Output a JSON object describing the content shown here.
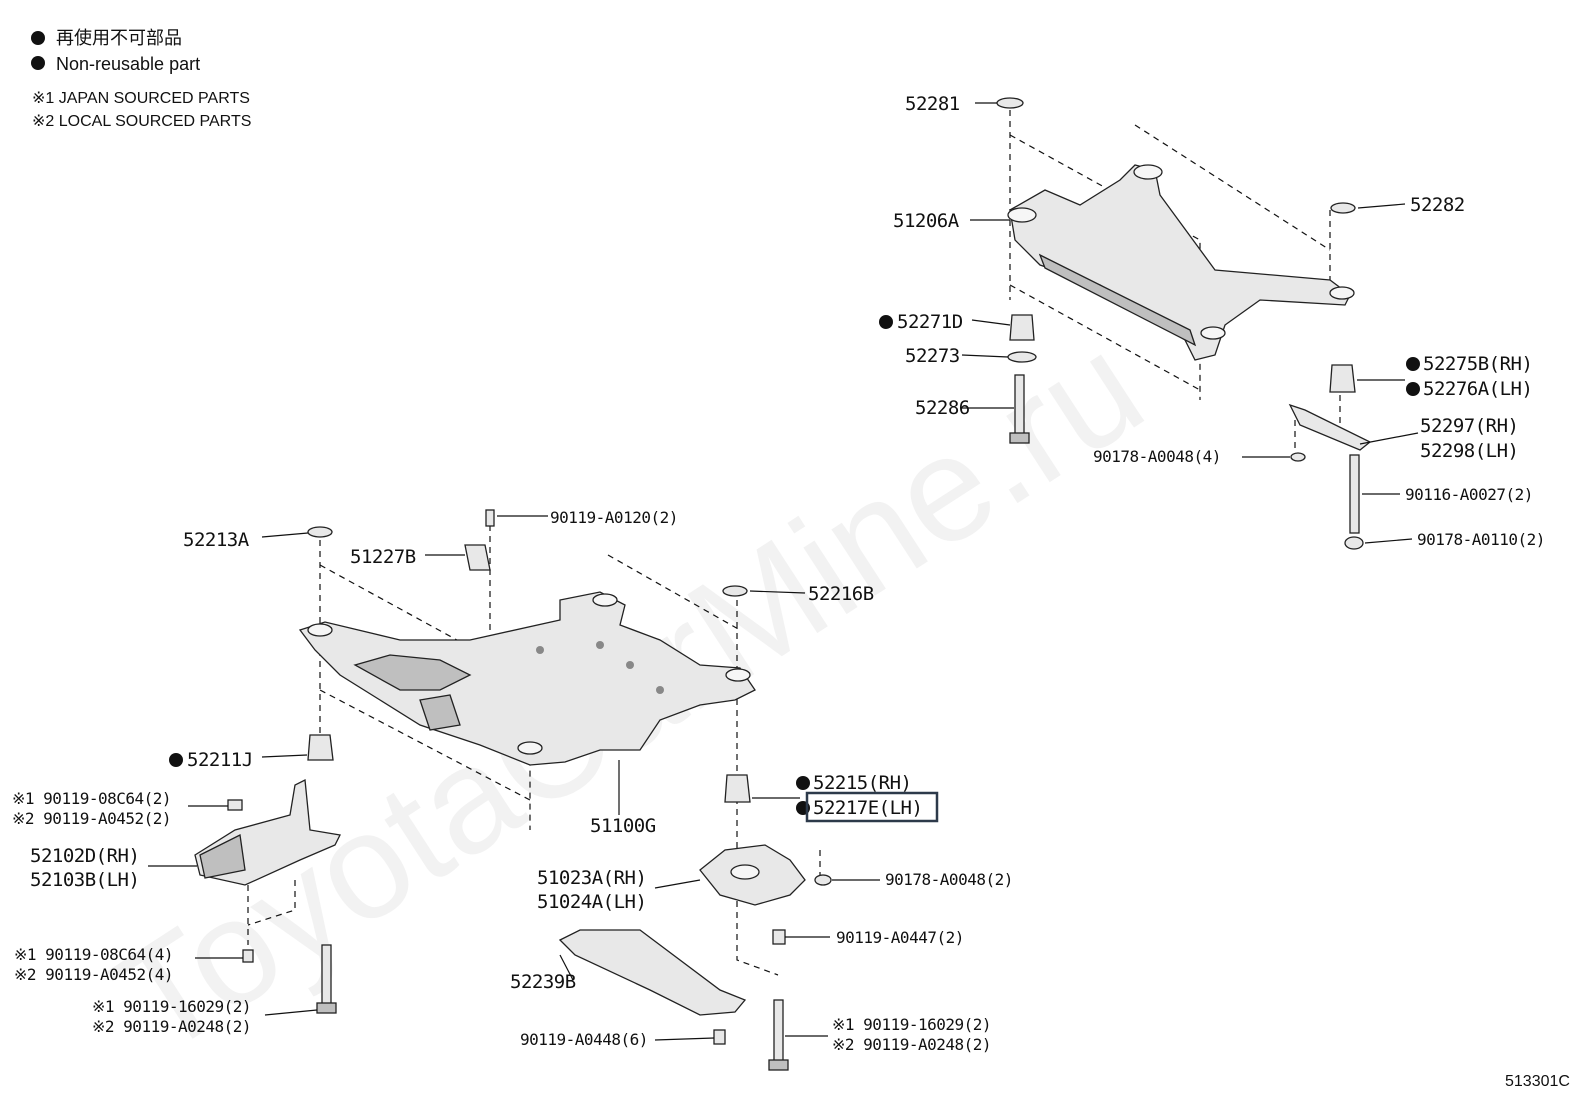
{
  "legend": {
    "line1": "再使用不可部品",
    "line2": "Non-reusable part",
    "line3": "※1 JAPAN SOURCED PARTS",
    "line4": "※2 LOCAL SOURCED PARTS"
  },
  "watermark": "ToyotaCarMine.ru",
  "diagram_code": "513301C",
  "parts": {
    "p52281": "52281",
    "p51206A": "51206A",
    "p52282": "52282",
    "p52271D": "52271D",
    "p52273": "52273",
    "p52286": "52286",
    "p52275B": "52275B(RH)",
    "p52276A": "52276A(LH)",
    "p52297": "52297(RH)",
    "p52298": "52298(LH)",
    "p90178_A0048_4": "90178-A0048(4)",
    "p90116_A0027": "90116-A0027(2)",
    "p90178_A0110": "90178-A0110(2)",
    "p52213A": "52213A",
    "p90119_A0120": "90119-A0120(2)",
    "p51227B": "51227B",
    "p52216B": "52216B",
    "p52211J": "52211J",
    "p90119_08C64_a": "※1 90119-08C64(2)",
    "p90119_A0452_a": "※2 90119-A0452(2)",
    "p52102D": "52102D(RH)",
    "p52103B": "52103B(LH)",
    "p52215": "52215(RH)",
    "p52217E": "52217E(LH)",
    "p51100G": "51100G",
    "p51023A": "51023A(RH)",
    "p51024A": "51024A(LH)",
    "p90178_A0048_2": "90178-A0048(2)",
    "p90119_A0447": "90119-A0447(2)",
    "p90119_08C64_b": "※1 90119-08C64(4)",
    "p90119_A0452_b": "※2 90119-A0452(4)",
    "p52239B": "52239B",
    "p90119_16029_a": "※1 90119-16029(2)",
    "p90119_A0248_a": "※2 90119-A0248(2)",
    "p90119_A0448": "90119-A0448(6)",
    "p90119_16029_b": "※1 90119-16029(2)",
    "p90119_A0248_b": "※2 90119-A0248(2)"
  }
}
